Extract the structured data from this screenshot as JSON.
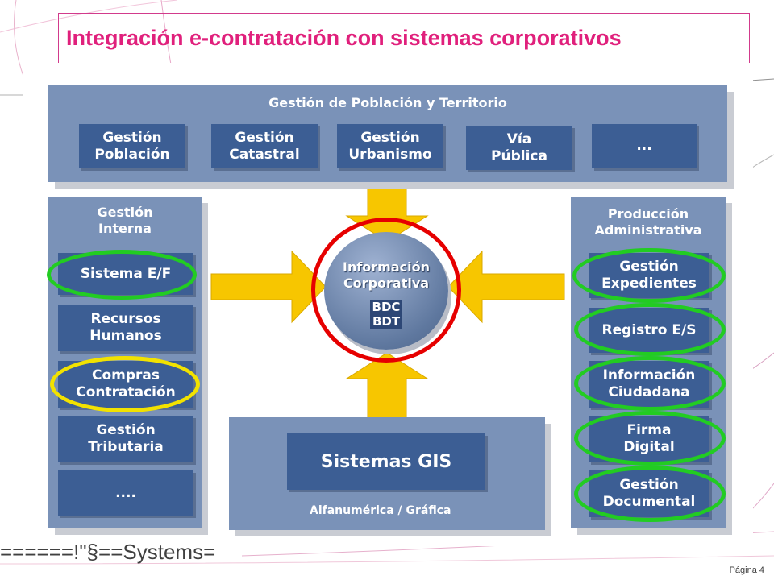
{
  "title": "Integración e-contratación con sistemas corporativos",
  "top_panel": {
    "title": "Gestión de Población y Territorio",
    "items": [
      {
        "label": "Gestión\nPoblación"
      },
      {
        "label": "Gestión\nCatastral"
      },
      {
        "label": "Gestión\nUrbanismo"
      },
      {
        "label": "Vía\nPública"
      },
      {
        "label": "..."
      }
    ]
  },
  "left_panel": {
    "title": "Gestión\nInterna",
    "items": [
      {
        "label": "Sistema E/F",
        "ring": "green"
      },
      {
        "label": "Recursos\nHumanos",
        "ring": "none"
      },
      {
        "label": "Compras\nContratación",
        "ring": "yellow"
      },
      {
        "label": "Gestión\nTributaria",
        "ring": "none"
      },
      {
        "label": "...."
      }
    ]
  },
  "right_panel": {
    "title": "Producción\nAdministrativa",
    "items": [
      {
        "label": "Gestión\nExpedientes",
        "ring": "green"
      },
      {
        "label": "Registro E/S",
        "ring": "green"
      },
      {
        "label": "Información\nCiudadana",
        "ring": "green"
      },
      {
        "label": "Firma\nDigital",
        "ring": "green"
      },
      {
        "label": "Gestión\nDocumental",
        "ring": "green"
      }
    ]
  },
  "center": {
    "title": "Información\nCorporativa",
    "db1": "BDC",
    "db2": "BDT",
    "ring": "red"
  },
  "bottom_panel": {
    "main": "Sistemas GIS",
    "sub": "Alfanumérica / Gráfica"
  },
  "footer": {
    "text": "======!\"§==Systems=",
    "page": "Página 4"
  },
  "colors": {
    "title": "#e0207c",
    "panel": "#7a92b8",
    "box": "#3c5e94",
    "arrow": "#f7c600",
    "ring_green": "#22cc22",
    "ring_yellow": "#f2e200",
    "ring_red": "#e60000"
  }
}
